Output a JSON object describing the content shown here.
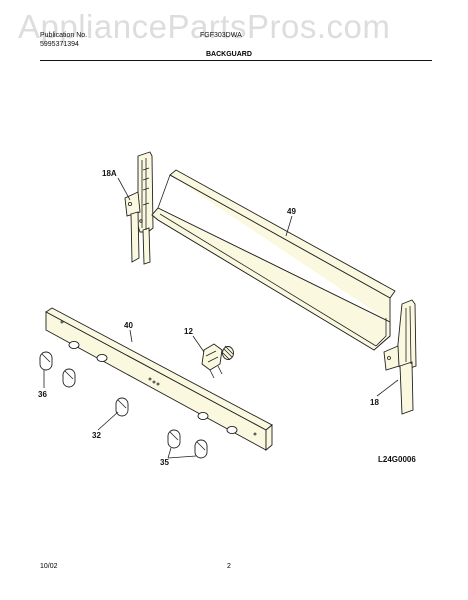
{
  "watermark": "AppliancePartsPros.com",
  "header": {
    "publication_label": "Publication No.",
    "publication_number": "5995371394",
    "model": "FGF303DWA",
    "section_title": "BACKGUARD"
  },
  "diagram": {
    "callouts": {
      "p18a": "18A",
      "p49": "49",
      "p40": "40",
      "p12": "12",
      "p36": "36",
      "p32": "32",
      "p35": "35",
      "p18": "18"
    },
    "drawing_code": "L24G0006"
  },
  "footer": {
    "date": "10/02",
    "page": "2"
  },
  "colors": {
    "part_fill": "#fbf8e0",
    "line": "#222222",
    "watermark": "#969696"
  }
}
